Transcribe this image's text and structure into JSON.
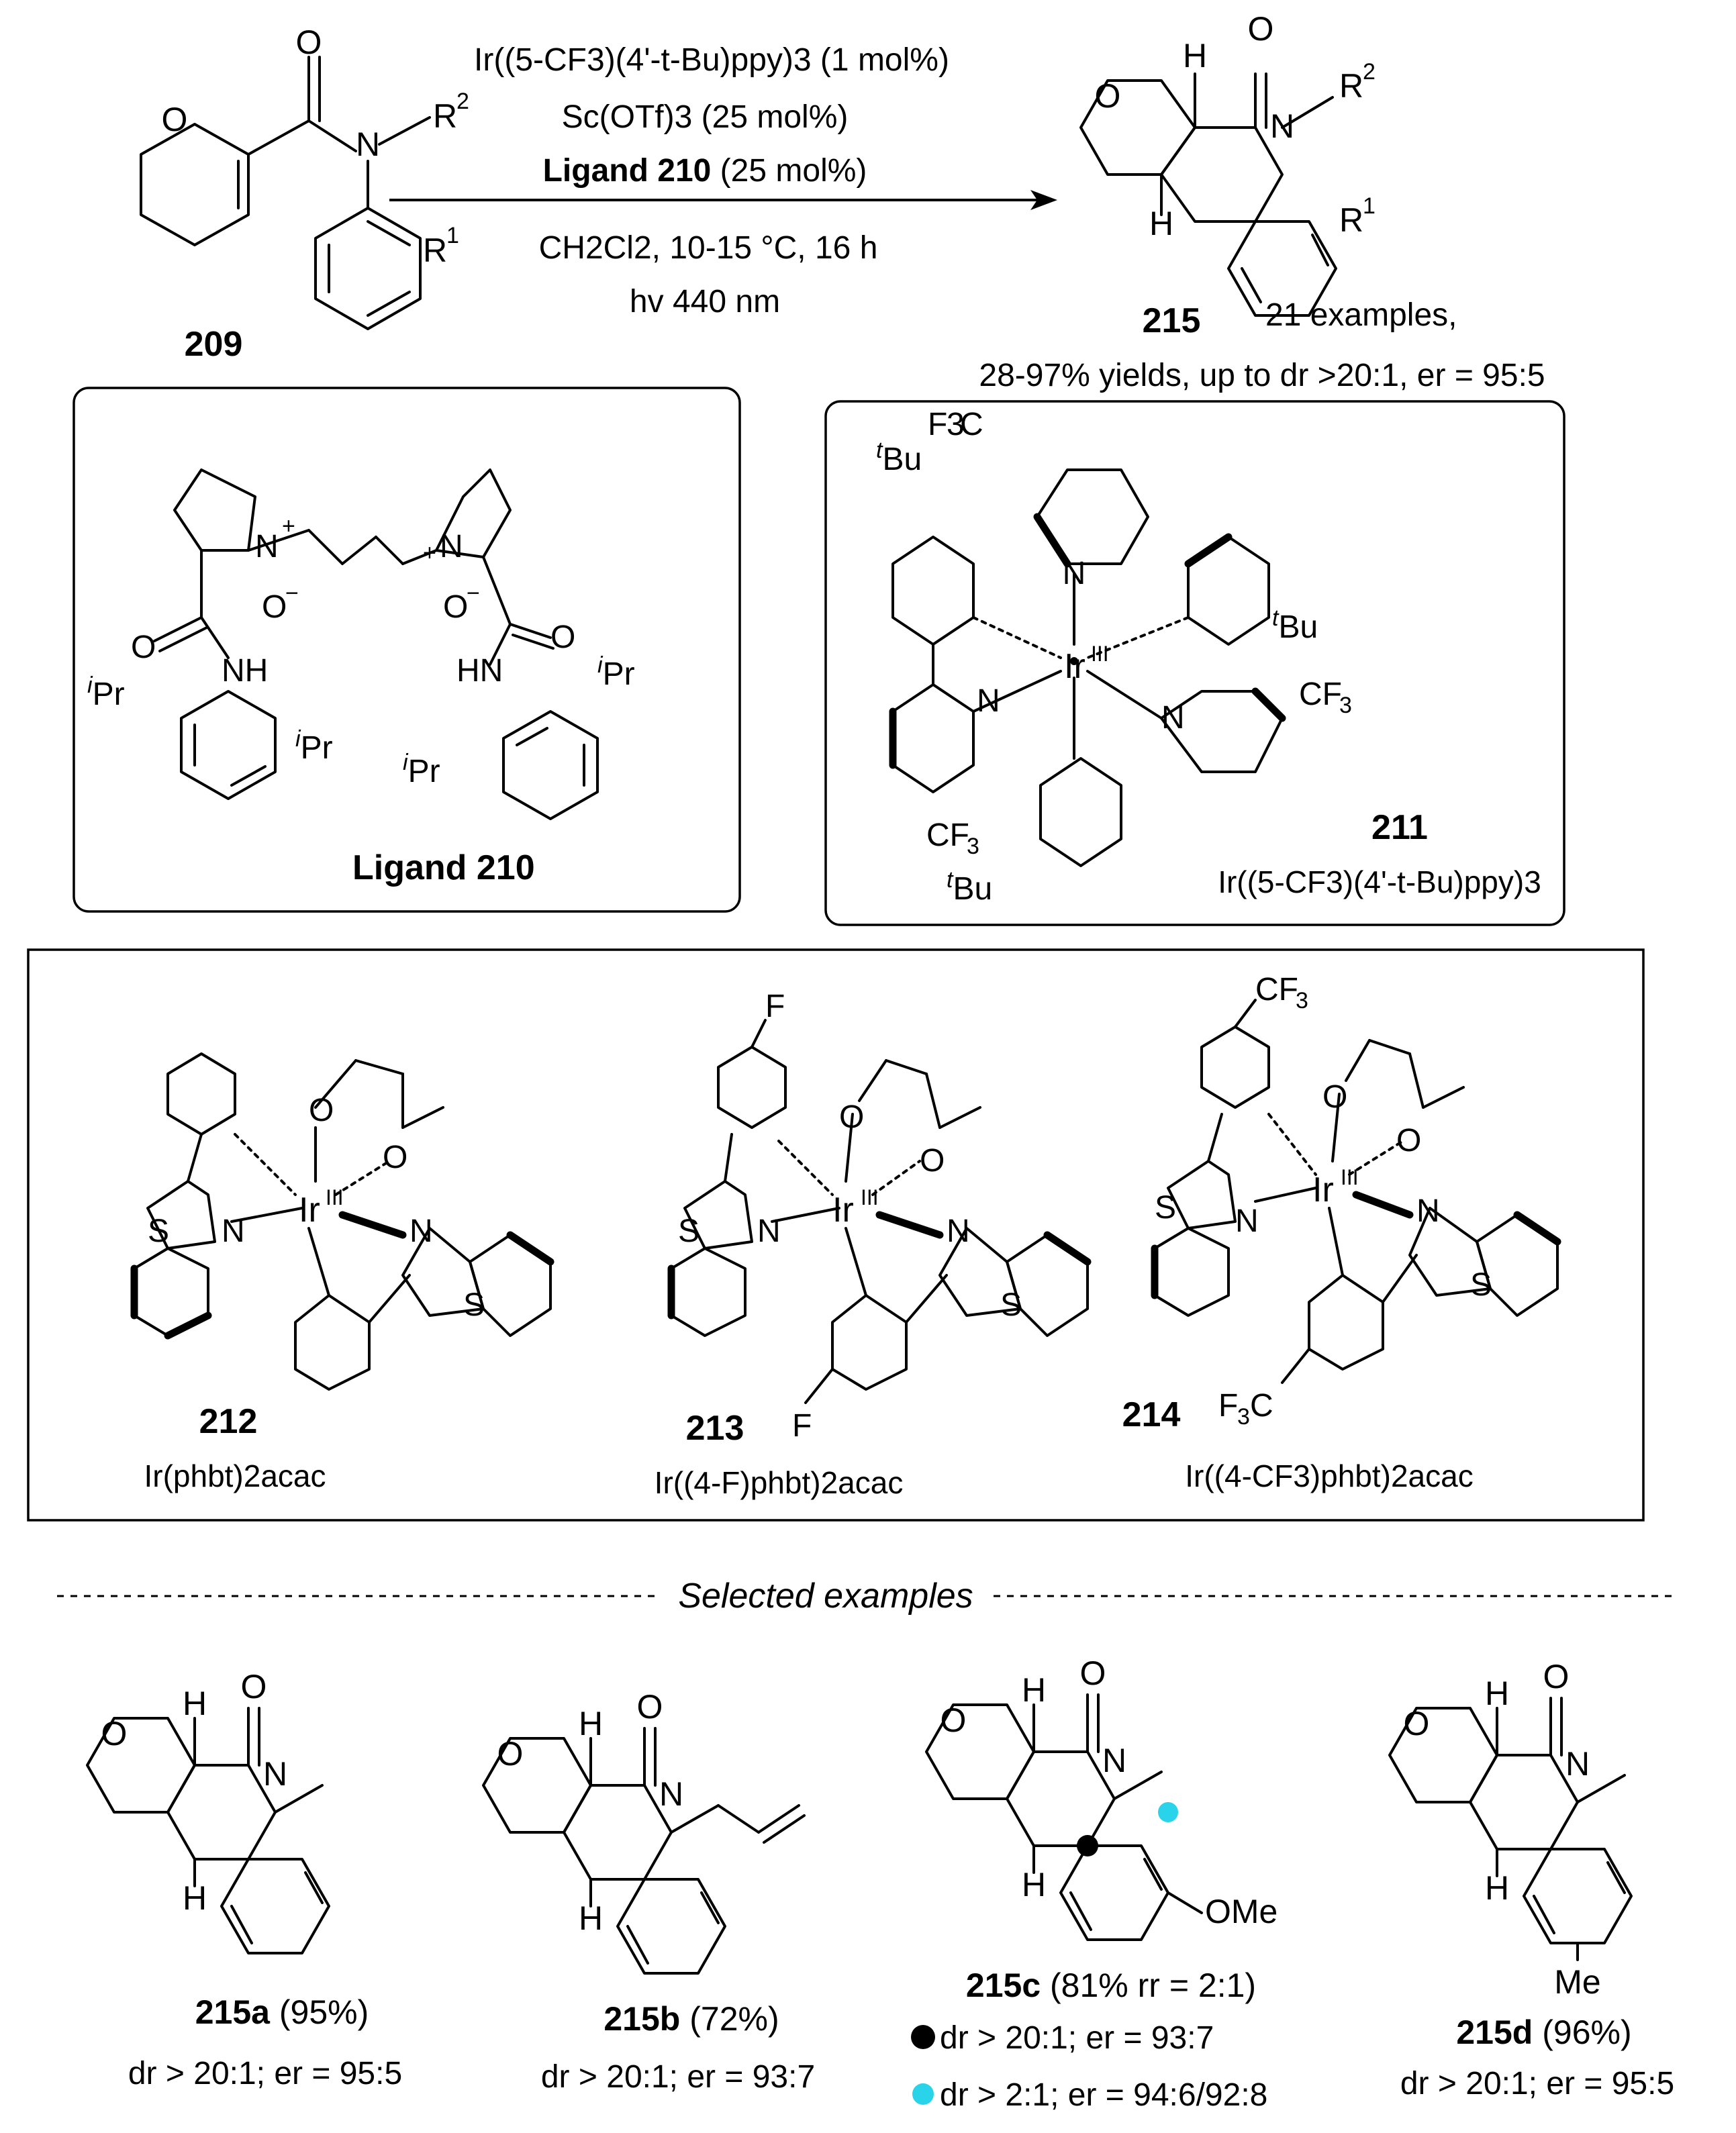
{
  "reaction": {
    "reactant_label": "209",
    "product_label": "215",
    "cond_photocat": "Ir((5-CF3)(4'-t-Bu)ppy)3 (1 mol%)",
    "cond_lewis": "Sc(OTf)3 (25 mol%)",
    "cond_ligand_bold": "Ligand 210",
    "cond_ligand_rest": "(25 mol%)",
    "cond_solvent": "CH2Cl2,  10-15 °C, 16 h",
    "cond_light": "hv 440 nm",
    "examples": "21 examples,",
    "yields": "28-97% yields, up to dr >20:1, er = 95:5"
  },
  "ligand_box": {
    "label_bold": "Ligand",
    "label_num": "210"
  },
  "ir211_box": {
    "num": "211",
    "name": "Ir((5-CF3)(4'-t-Bu)ppy)3"
  },
  "complexes": [
    {
      "num": "212",
      "name": "Ir(phbt)2acac"
    },
    {
      "num": "213",
      "name": "Ir((4-F)phbt)2acac"
    },
    {
      "num": "214",
      "name": "Ir((4-CF3)phbt)2acac"
    }
  ],
  "divider_label": "Selected examples",
  "examples": [
    {
      "id": "215a",
      "yield": "(95%)",
      "sel": "dr > 20:1; er = 95:5"
    },
    {
      "id": "215b",
      "yield": "(72%)",
      "sel": "dr > 20:1; er = 93:7"
    },
    {
      "id": "215c",
      "yield": "(81% rr = 2:1)",
      "sel_black": "dr > 20:1; er = 93:7",
      "sel_cyan": "dr > 2:1; er = 94:6/92:8"
    },
    {
      "id": "215d",
      "yield": "(96%)",
      "sel": "dr > 20:1; er = 95:5"
    }
  ],
  "colors": {
    "marker_black": "#000000",
    "marker_cyan": "#29d3ea"
  }
}
